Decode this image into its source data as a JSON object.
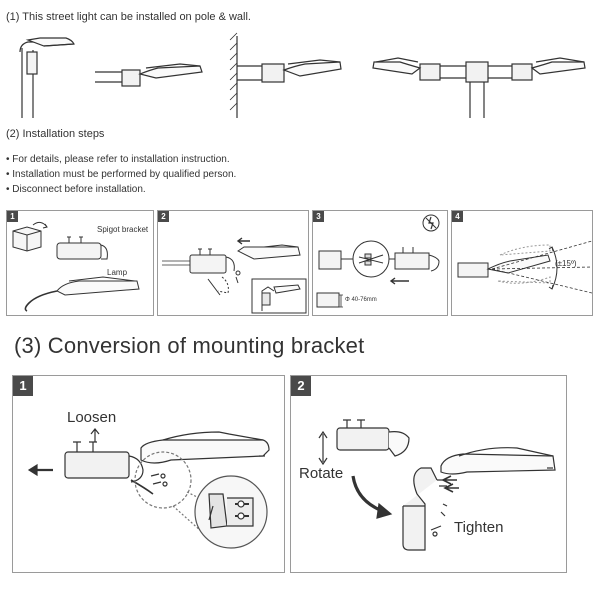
{
  "section1": {
    "title": "(1) This street light can be installed on pole & wall."
  },
  "section2": {
    "title": "(2) Installation steps",
    "notes": [
      "For details, please refer to installation instruction.",
      "Installation must be performed by qualified person.",
      "Disconnect before installation."
    ],
    "steps": [
      {
        "number": "1",
        "labels": [
          "Spigot bracket",
          "Lamp"
        ]
      },
      {
        "number": "2"
      },
      {
        "number": "3",
        "pole_range": "Φ 40-76mm"
      },
      {
        "number": "4",
        "angle": "(±15º)"
      }
    ]
  },
  "section3": {
    "title": "(3) Conversion of mounting bracket",
    "steps": [
      {
        "number": "1",
        "label": "Loosen"
      },
      {
        "number": "2",
        "labels": [
          "Rotate",
          "Tighten"
        ]
      }
    ]
  },
  "colors": {
    "line": "#333333",
    "badge": "#4a4a4a",
    "panel_border": "#9a9a9a"
  }
}
